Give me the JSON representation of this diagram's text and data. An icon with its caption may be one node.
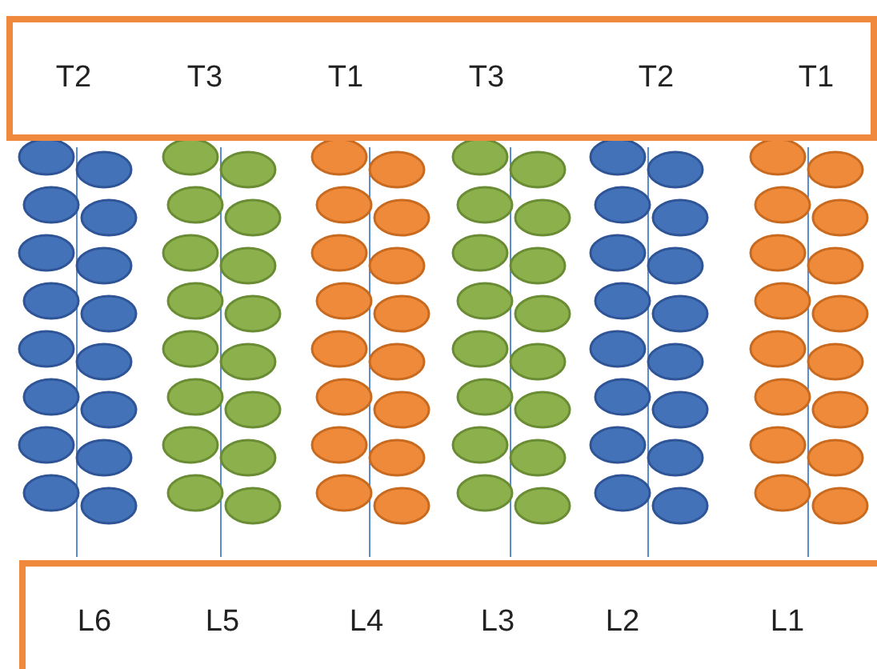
{
  "diagram": {
    "nodes": [
      {
        "text": [
          "T2",
          "T3",
          "T1",
          "T3",
          "T2",
          "T1"
        ]
      },
      {
        "text": [
          "L6",
          "L5",
          "L4",
          "L3",
          "L2",
          "L1"
        ]
      }
    ]
  }
}
